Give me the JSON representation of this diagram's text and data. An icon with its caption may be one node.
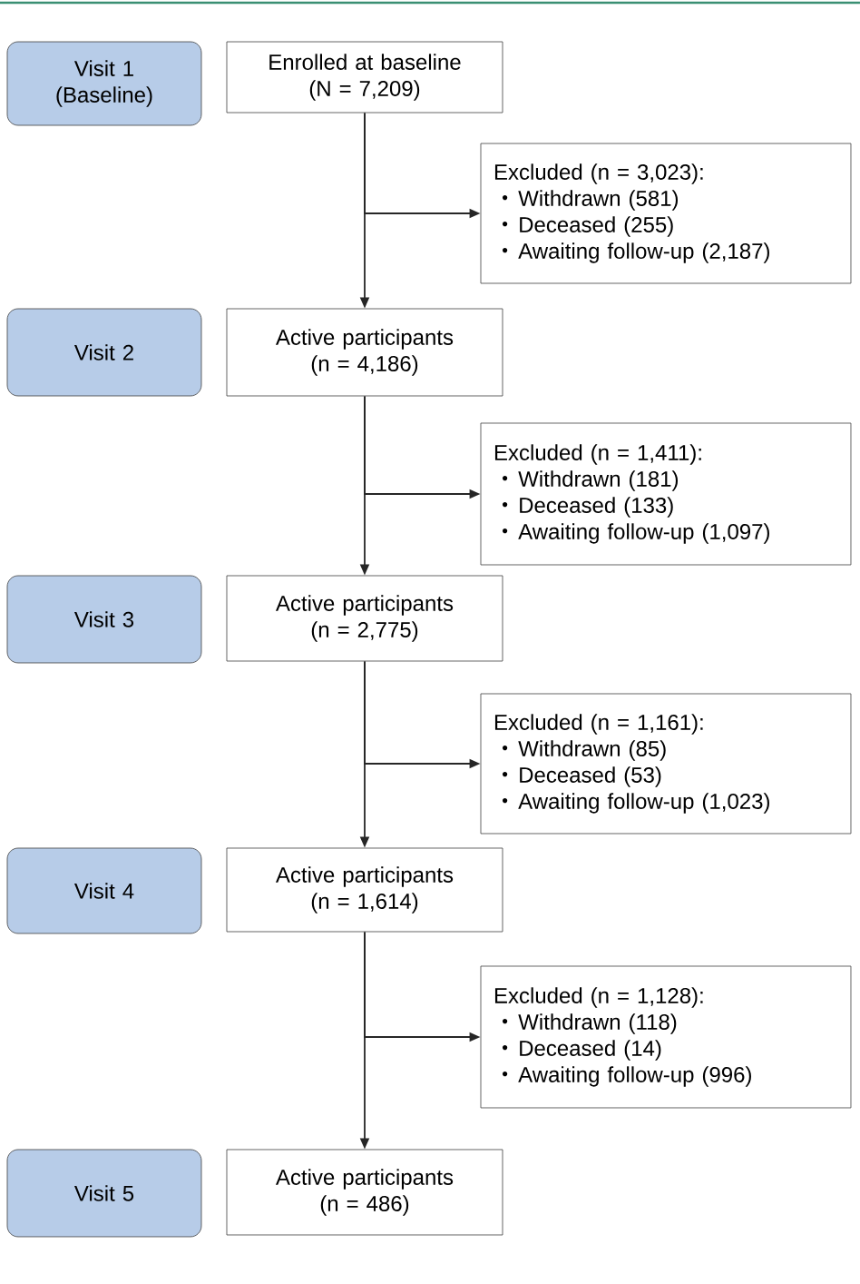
{
  "diagram": {
    "nodes": [
      {
        "text": [
          "Visit 1 (Baseline)"
        ]
      },
      {
        "text": [
          "Enrolled at baseline (N = 7,209)"
        ]
      },
      {
        "text": [
          "Excluded (n = 3,023):",
          "Withdrawn (581)",
          "Deceased (255)",
          "Awaiting follow-up (2,187)"
        ]
      },
      {
        "text": [
          "Visit 2"
        ]
      },
      {
        "text": [
          "Active participants (n = 4,186)"
        ]
      },
      {
        "text": [
          "Excluded (n = 1,411):",
          "Withdrawn (181)",
          "Deceased (133)",
          "Awaiting follow-up (1,097)"
        ]
      },
      {
        "text": [
          "Visit 3"
        ]
      },
      {
        "text": [
          "Active participants (n = 2,775)"
        ]
      },
      {
        "text": [
          "Excluded (n = 1,161):",
          "Withdrawn (85)",
          "Deceased (53)",
          "Awaiting follow-up (1,023)"
        ]
      },
      {
        "text": [
          "Visit 4"
        ]
      },
      {
        "text": [
          "Active participants (n = 1,614)"
        ]
      },
      {
        "text": [
          "Excluded (n = 1,128):",
          "Withdrawn (118)",
          "Deceased (14)",
          "Awaiting follow-up (996)"
        ]
      },
      {
        "text": [
          "Visit 5"
        ]
      },
      {
        "text": [
          "Active participants (n = 486)"
        ]
      }
    ],
    "edges": [
      {
        "from": 1,
        "to": 4,
        "arrow": "to"
      },
      {
        "from": 1,
        "to": 2,
        "arrow": "to"
      },
      {
        "from": 4,
        "to": 7,
        "arrow": "to"
      },
      {
        "from": 4,
        "to": 5,
        "arrow": "to"
      },
      {
        "from": 7,
        "to": 10,
        "arrow": "to"
      },
      {
        "from": 7,
        "to": 8,
        "arrow": "to"
      },
      {
        "from": 10,
        "to": 13,
        "arrow": "to"
      },
      {
        "from": 10,
        "to": 11,
        "arrow": "to"
      }
    ]
  }
}
